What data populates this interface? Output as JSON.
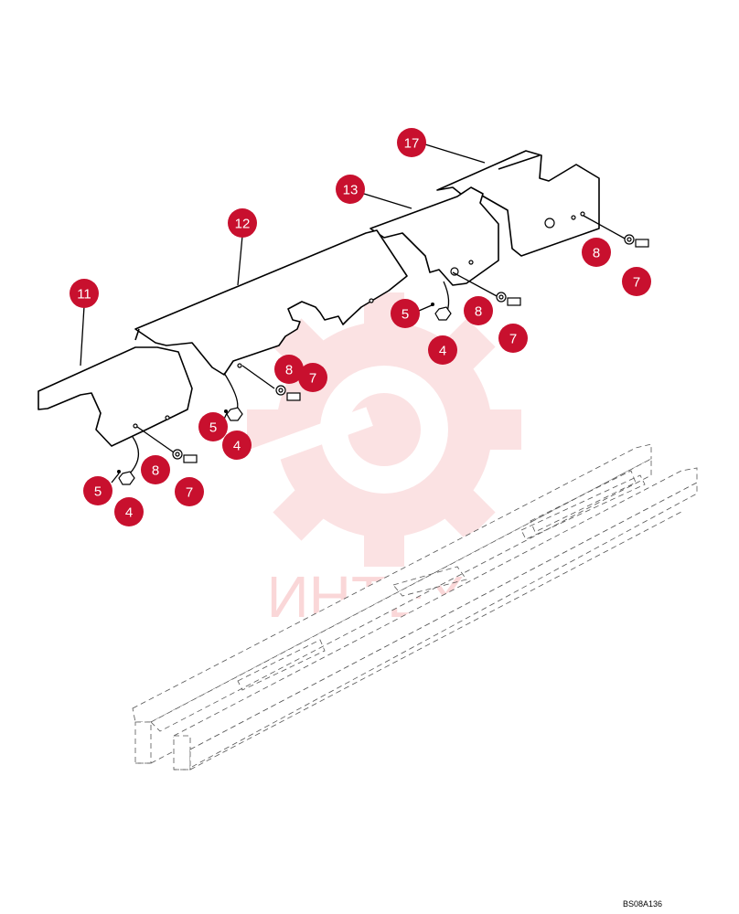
{
  "drawing_code": "BS08A136",
  "watermark": {
    "text": "ИНТЕХ",
    "color": "#e5262e"
  },
  "callout_color": "#c8102e",
  "callouts": [
    {
      "label": "17",
      "part": "shield-rear"
    },
    {
      "label": "13",
      "part": "shield-center-rear"
    },
    {
      "label": "12",
      "part": "shield-center"
    },
    {
      "label": "11",
      "part": "shield-front"
    },
    {
      "label": "8"
    },
    {
      "label": "7"
    },
    {
      "label": "5"
    },
    {
      "label": "8"
    },
    {
      "label": "4"
    },
    {
      "label": "7"
    },
    {
      "label": "8"
    },
    {
      "label": "7"
    },
    {
      "label": "5"
    },
    {
      "label": "4"
    },
    {
      "label": "5"
    },
    {
      "label": "8"
    },
    {
      "label": "7"
    },
    {
      "label": "4"
    }
  ]
}
